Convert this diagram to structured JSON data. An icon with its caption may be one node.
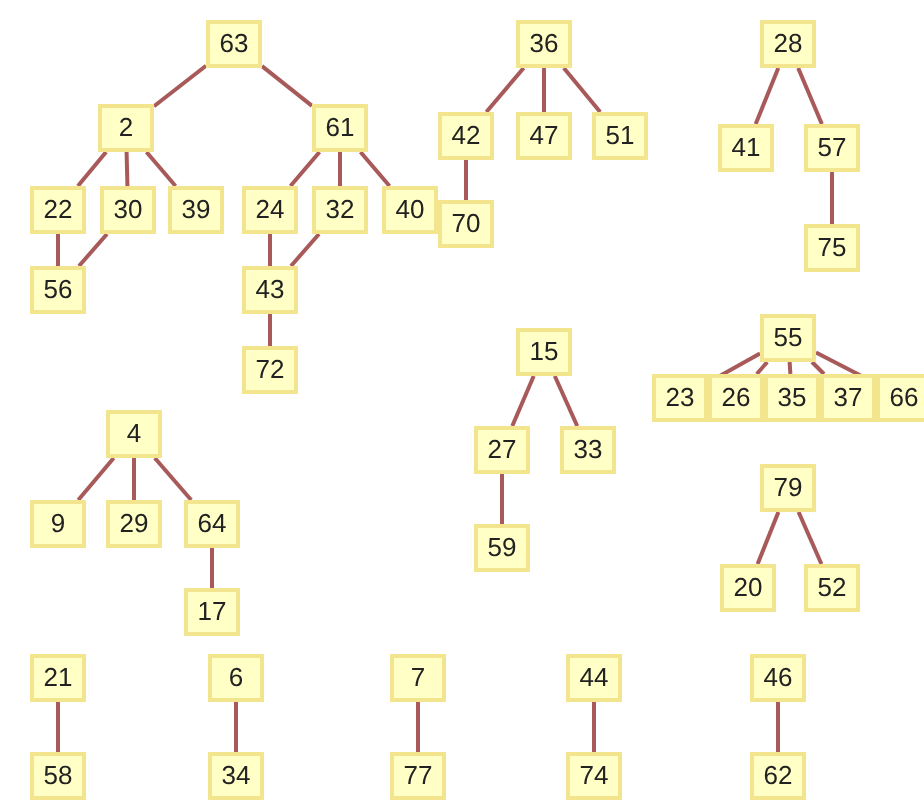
{
  "diagram": {
    "nodes": [
      {
        "text": [
          "63"
        ]
      },
      {
        "text": [
          "2"
        ]
      },
      {
        "text": [
          "61"
        ]
      },
      {
        "text": [
          "22"
        ]
      },
      {
        "text": [
          "30"
        ]
      },
      {
        "text": [
          "39"
        ]
      },
      {
        "text": [
          "24"
        ]
      },
      {
        "text": [
          "32"
        ]
      },
      {
        "text": [
          "40"
        ]
      },
      {
        "text": [
          "56"
        ]
      },
      {
        "text": [
          "43"
        ]
      },
      {
        "text": [
          "72"
        ]
      },
      {
        "text": [
          "36"
        ]
      },
      {
        "text": [
          "42"
        ]
      },
      {
        "text": [
          "47"
        ]
      },
      {
        "text": [
          "51"
        ]
      },
      {
        "text": [
          "70"
        ]
      },
      {
        "text": [
          "28"
        ]
      },
      {
        "text": [
          "41"
        ]
      },
      {
        "text": [
          "57"
        ]
      },
      {
        "text": [
          "75"
        ]
      },
      {
        "text": [
          "15"
        ]
      },
      {
        "text": [
          "27"
        ]
      },
      {
        "text": [
          "33"
        ]
      },
      {
        "text": [
          "59"
        ]
      },
      {
        "text": [
          "55"
        ]
      },
      {
        "text": [
          "23"
        ]
      },
      {
        "text": [
          "26"
        ]
      },
      {
        "text": [
          "35"
        ]
      },
      {
        "text": [
          "37"
        ]
      },
      {
        "text": [
          "66"
        ]
      },
      {
        "text": [
          "79"
        ]
      },
      {
        "text": [
          "20"
        ]
      },
      {
        "text": [
          "52"
        ]
      },
      {
        "text": [
          "4"
        ]
      },
      {
        "text": [
          "9"
        ]
      },
      {
        "text": [
          "29"
        ]
      },
      {
        "text": [
          "64"
        ]
      },
      {
        "text": [
          "17"
        ]
      },
      {
        "text": [
          "21"
        ]
      },
      {
        "text": [
          "58"
        ]
      },
      {
        "text": [
          "6"
        ]
      },
      {
        "text": [
          "34"
        ]
      },
      {
        "text": [
          "7"
        ]
      },
      {
        "text": [
          "77"
        ]
      },
      {
        "text": [
          "44"
        ]
      },
      {
        "text": [
          "74"
        ]
      },
      {
        "text": [
          "46"
        ]
      },
      {
        "text": [
          "62"
        ]
      }
    ],
    "edges": [
      {
        "from": 0,
        "to": 1,
        "arrow": "none"
      },
      {
        "from": 0,
        "to": 2,
        "arrow": "none"
      },
      {
        "from": 1,
        "to": 3,
        "arrow": "none"
      },
      {
        "from": 1,
        "to": 4,
        "arrow": "none"
      },
      {
        "from": 1,
        "to": 5,
        "arrow": "none"
      },
      {
        "from": 2,
        "to": 6,
        "arrow": "none"
      },
      {
        "from": 2,
        "to": 7,
        "arrow": "none"
      },
      {
        "from": 2,
        "to": 8,
        "arrow": "none"
      },
      {
        "from": 3,
        "to": 9,
        "arrow": "none"
      },
      {
        "from": 4,
        "to": 9,
        "arrow": "none"
      },
      {
        "from": 6,
        "to": 10,
        "arrow": "none"
      },
      {
        "from": 7,
        "to": 10,
        "arrow": "none"
      },
      {
        "from": 10,
        "to": 11,
        "arrow": "none"
      },
      {
        "from": 12,
        "to": 13,
        "arrow": "none"
      },
      {
        "from": 12,
        "to": 14,
        "arrow": "none"
      },
      {
        "from": 12,
        "to": 15,
        "arrow": "none"
      },
      {
        "from": 13,
        "to": 16,
        "arrow": "none"
      },
      {
        "from": 17,
        "to": 18,
        "arrow": "none"
      },
      {
        "from": 17,
        "to": 19,
        "arrow": "none"
      },
      {
        "from": 19,
        "to": 20,
        "arrow": "none"
      },
      {
        "from": 21,
        "to": 22,
        "arrow": "none"
      },
      {
        "from": 21,
        "to": 23,
        "arrow": "none"
      },
      {
        "from": 22,
        "to": 24,
        "arrow": "none"
      },
      {
        "from": 25,
        "to": 26,
        "arrow": "none"
      },
      {
        "from": 25,
        "to": 27,
        "arrow": "none"
      },
      {
        "from": 25,
        "to": 28,
        "arrow": "none"
      },
      {
        "from": 25,
        "to": 29,
        "arrow": "none"
      },
      {
        "from": 25,
        "to": 30,
        "arrow": "none"
      },
      {
        "from": 31,
        "to": 32,
        "arrow": "none"
      },
      {
        "from": 31,
        "to": 33,
        "arrow": "none"
      },
      {
        "from": 34,
        "to": 35,
        "arrow": "none"
      },
      {
        "from": 34,
        "to": 36,
        "arrow": "none"
      },
      {
        "from": 34,
        "to": 37,
        "arrow": "none"
      },
      {
        "from": 37,
        "to": 38,
        "arrow": "none"
      },
      {
        "from": 39,
        "to": 40,
        "arrow": "none"
      },
      {
        "from": 41,
        "to": 42,
        "arrow": "none"
      },
      {
        "from": 43,
        "to": 44,
        "arrow": "none"
      },
      {
        "from": 45,
        "to": 46,
        "arrow": "none"
      },
      {
        "from": 47,
        "to": 48,
        "arrow": "none"
      }
    ]
  }
}
